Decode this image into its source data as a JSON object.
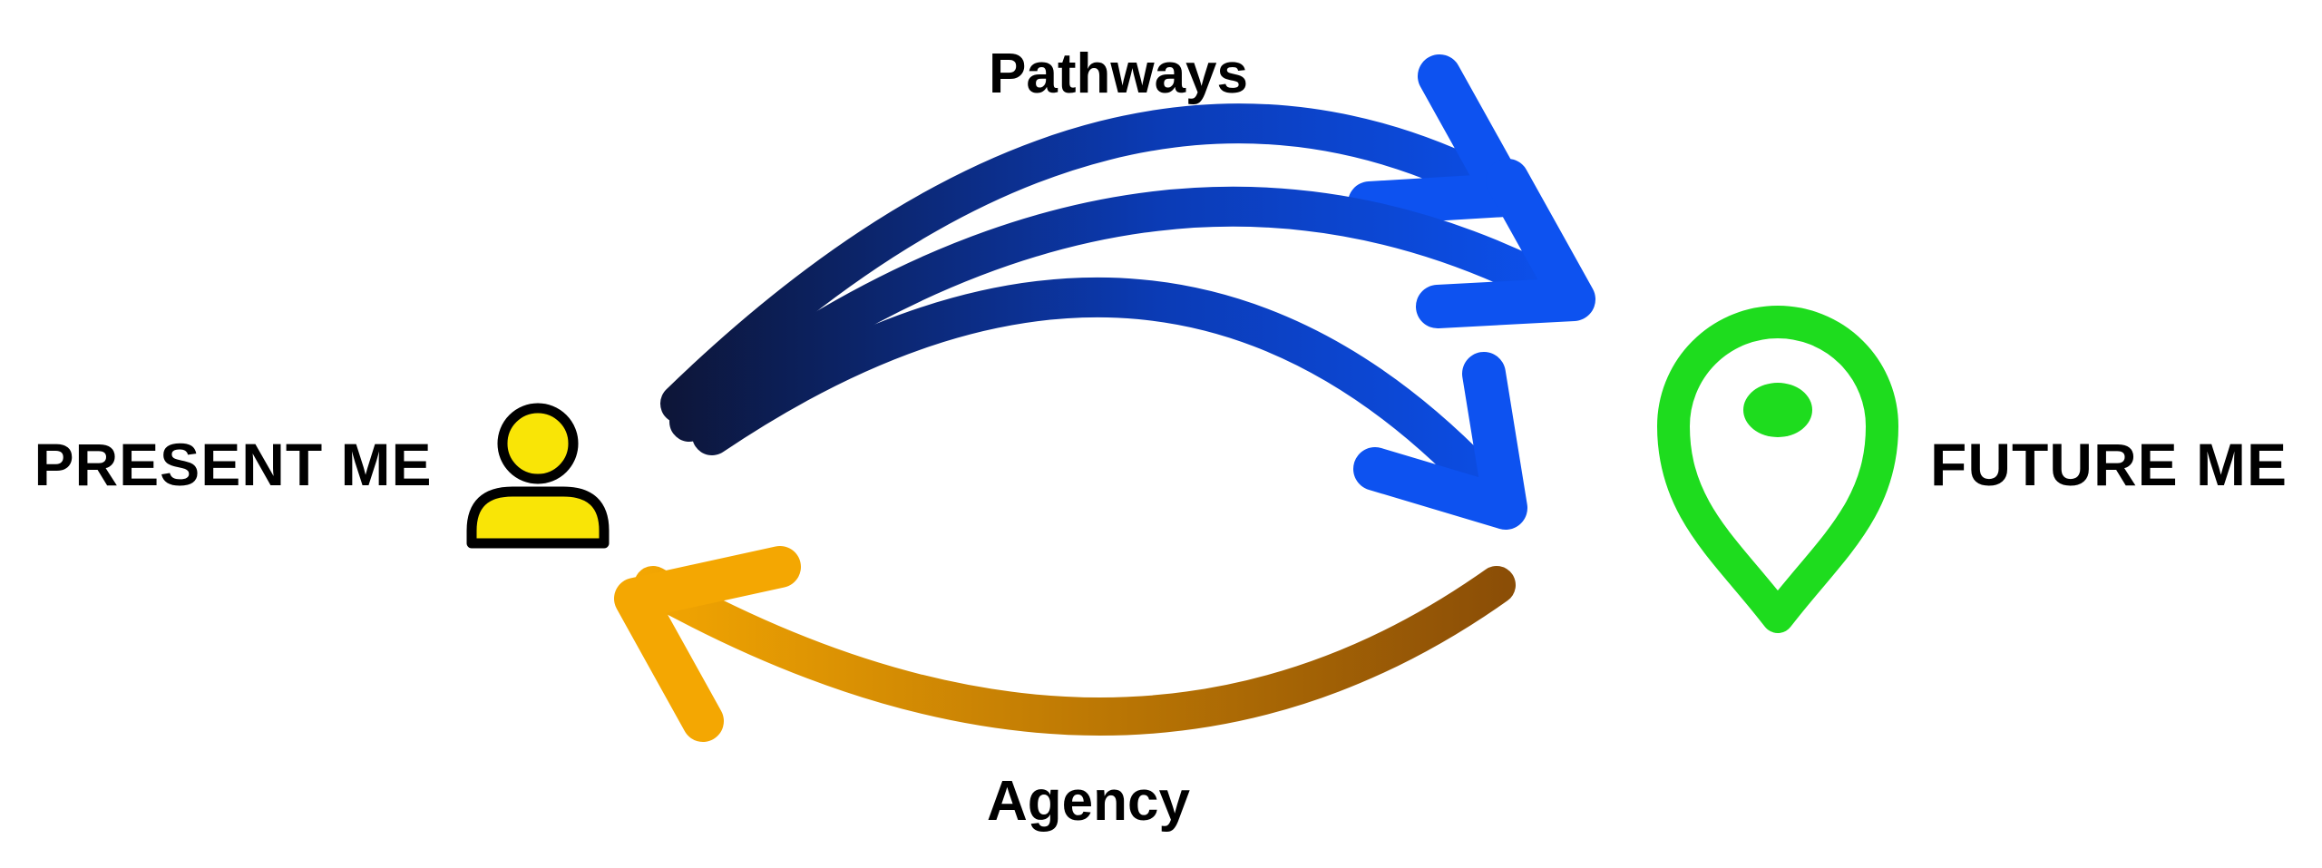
{
  "diagram": {
    "title_top": "Pathways",
    "title_bottom": "Agency",
    "left_label": "PRESENT ME",
    "right_label": "FUTURE ME",
    "description": "Hope theory loop: three pathway arrows from present self to future self, one agency arrow returning"
  },
  "icons": {
    "left": "person-icon",
    "right": "location-pin-icon"
  },
  "colors": {
    "background": "#ffffff",
    "text": "#000000",
    "pathway_blue_dark": "#0d1330",
    "pathway_blue_mid": "#0b3bb5",
    "pathway_blue_bright": "#0d52f0",
    "agency_orange_bright": "#f4a702",
    "agency_orange_dark": "#8b4e06",
    "person_yellow": "#f9e506",
    "person_outline": "#000000",
    "pin_green": "#1edc1e",
    "pin_inner": "#ffffff"
  }
}
